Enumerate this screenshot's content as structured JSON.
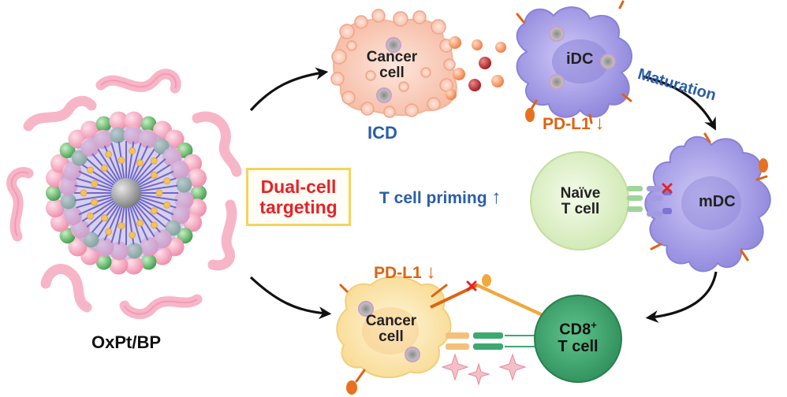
{
  "labels": {
    "nanoparticle": "OxPt/BP",
    "dual_line1": "Dual-cell",
    "dual_line2": "targeting",
    "cancer_top_1": "Cancer",
    "cancer_top_2": "cell",
    "icd": "ICD",
    "idc": "iDC",
    "maturation": "Maturation",
    "pdl1_top": "PD-L1",
    "pdl1_bottom": "PD-L1",
    "down_arrow": "↓",
    "up_arrow": "↑",
    "t_priming": "T cell priming",
    "naive_1": "Naïve",
    "naive_2": "T cell",
    "mdc": "mDC",
    "cancer_bot_1": "Cancer",
    "cancer_bot_2": "cell",
    "cd8": "CD8",
    "cd8_sup": "+",
    "cd8_2": "T cell"
  },
  "colors": {
    "blue_text": "#2a5ea8",
    "orange_text": "#e0620f",
    "red_text": "#e52327",
    "box_border": "#f6d45a",
    "pink": "#f4a7bf",
    "green": "#5dbb63",
    "purple_cell": "#a9a2e6",
    "naive_fill": "#e6f3d2",
    "cd8_fill": "#3da872",
    "cancer_top_fill": "#fbd3c3",
    "cancer_bot_fill": "#fde8b2"
  }
}
